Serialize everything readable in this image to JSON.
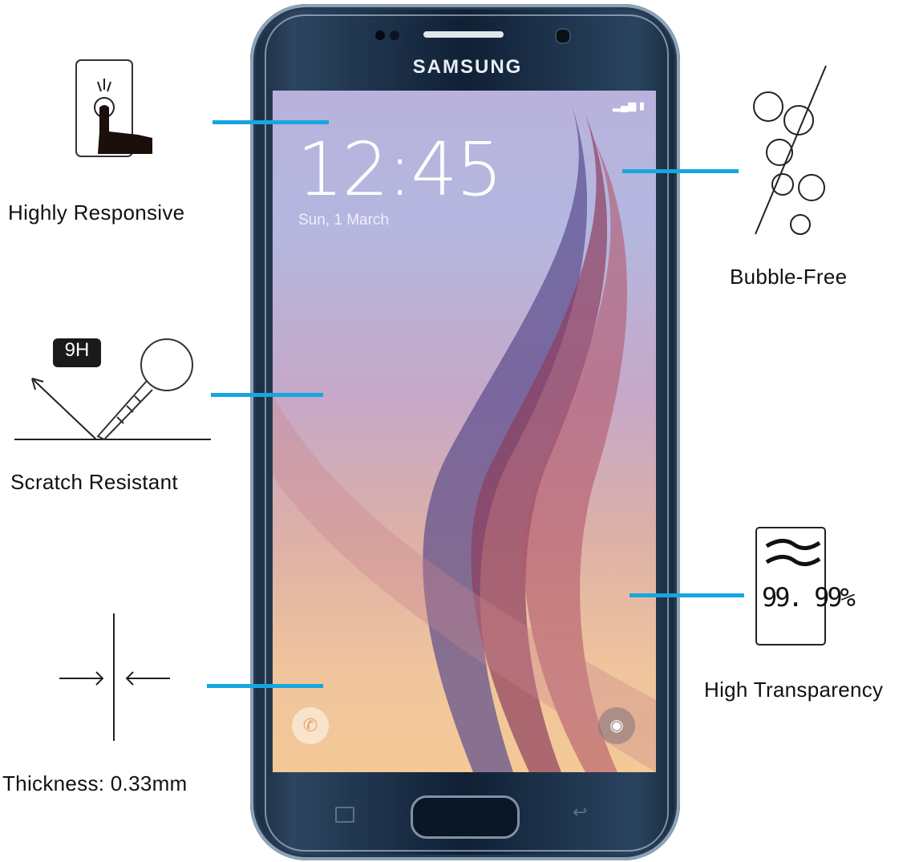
{
  "phone": {
    "brand": "SAMSUNG",
    "lock_screen": {
      "time": "12:45",
      "date": "Sun, 1 March"
    }
  },
  "features": {
    "responsive": {
      "label": "Highly Responsive"
    },
    "scratch": {
      "label": "Scratch Resistant",
      "badge": "9H"
    },
    "thickness": {
      "label": "Thickness: 0.33mm"
    },
    "bubble": {
      "label": "Bubble-Free"
    },
    "transparency": {
      "label": "High Transparency",
      "value": "99. 99%"
    }
  },
  "colors": {
    "accent_line": "#16a6e0"
  }
}
